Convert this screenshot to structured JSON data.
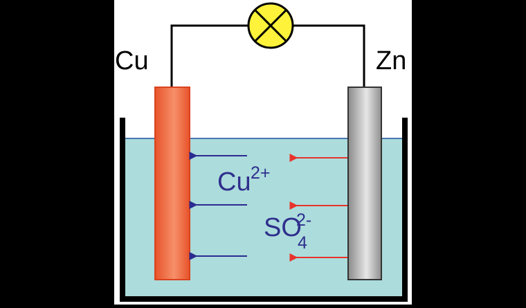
{
  "electrodes": {
    "left": {
      "label": "Cu",
      "color": "#f47a50"
    },
    "right": {
      "label": "Zn",
      "color": "#b3b3b3"
    }
  },
  "ions": {
    "copper": {
      "base": "Cu",
      "charge": "2+"
    },
    "sulfate": {
      "base": "SO",
      "subscript": "4",
      "charge": "2-"
    }
  },
  "lamp": {
    "icon": "lamp-icon",
    "fill": "#fff23a"
  },
  "electrolyte_color": "#acdcdc",
  "arrow_colors": {
    "blue": "#2b2b8f",
    "red": "#e8332b"
  }
}
